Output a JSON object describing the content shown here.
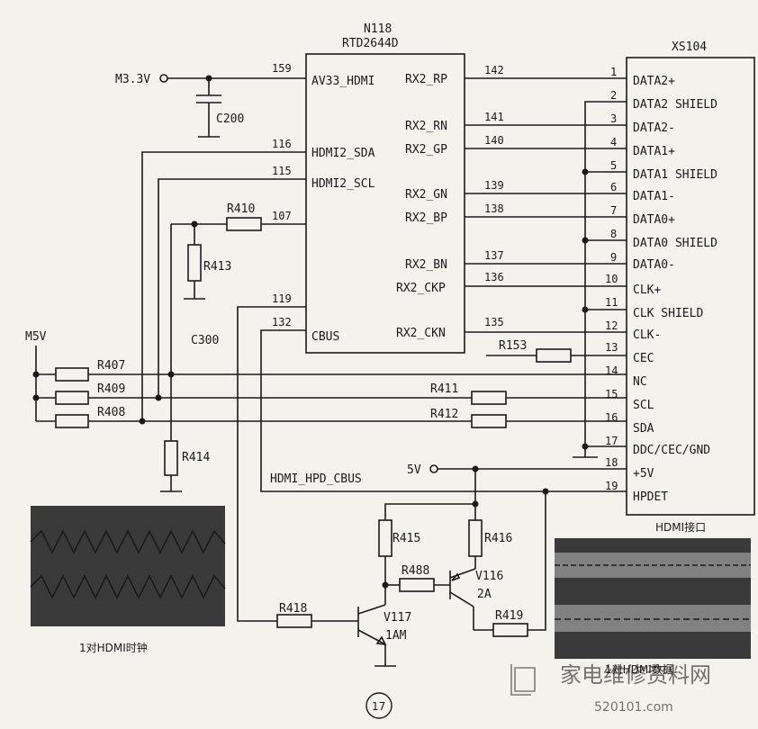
{
  "ic": {
    "ref": "N118",
    "part": "RTD2644D",
    "pins": [
      {
        "num": "159",
        "name": "AV33_HDMI"
      },
      {
        "num": "116",
        "name": "HDMI2_SDA"
      },
      {
        "num": "115",
        "name": "HDMI2_SCL"
      },
      {
        "num": "107",
        "name": ""
      },
      {
        "num": "119",
        "name": ""
      },
      {
        "num": "132",
        "name": "CBUS"
      },
      {
        "num": "142",
        "name": "RX2_RP"
      },
      {
        "num": "141",
        "name": "RX2_RN"
      },
      {
        "num": "140",
        "name": "RX2_GP"
      },
      {
        "num": "139",
        "name": "RX2_GN"
      },
      {
        "num": "138",
        "name": "RX2_BP"
      },
      {
        "num": "137",
        "name": "RX2_BN"
      },
      {
        "num": "136",
        "name": "RX2_CKP"
      },
      {
        "num": "135",
        "name": "RX2_CKN"
      }
    ]
  },
  "connector": {
    "ref": "XS104",
    "caption": "HDMI接口",
    "pins": [
      {
        "num": "1",
        "name": "DATA2+"
      },
      {
        "num": "2",
        "name": "DATA2 SHIELD"
      },
      {
        "num": "3",
        "name": "DATA2-"
      },
      {
        "num": "4",
        "name": "DATA1+"
      },
      {
        "num": "5",
        "name": "DATA1 SHIELD"
      },
      {
        "num": "6",
        "name": "DATA1-"
      },
      {
        "num": "7",
        "name": "DATA0+"
      },
      {
        "num": "8",
        "name": "DATA0 SHIELD"
      },
      {
        "num": "9",
        "name": "DATA0-"
      },
      {
        "num": "10",
        "name": "CLK+"
      },
      {
        "num": "11",
        "name": "CLK SHIELD"
      },
      {
        "num": "12",
        "name": "CLK-"
      },
      {
        "num": "13",
        "name": "CEC"
      },
      {
        "num": "14",
        "name": "NC"
      },
      {
        "num": "15",
        "name": "SCL"
      },
      {
        "num": "16",
        "name": "SDA"
      },
      {
        "num": "17",
        "name": "DDC/CEC/GND"
      },
      {
        "num": "18",
        "name": "+5V"
      },
      {
        "num": "19",
        "name": "HPDET"
      }
    ]
  },
  "nets": {
    "m33v": "M3.3V",
    "m5v": "M5V",
    "v5": "5V",
    "hpd": "HDMI_HPD_CBUS"
  },
  "components": {
    "c200": "C200",
    "c300": "C300",
    "r410": "R410",
    "r413": "R413",
    "r407": "R407",
    "r409": "R409",
    "r408": "R408",
    "r414": "R414",
    "r153": "R153",
    "r411": "R411",
    "r412": "R412",
    "r415": "R415",
    "r416": "R416",
    "r488": "R488",
    "r418": "R418",
    "r419": "R419",
    "v116": "V116",
    "v116_type": "2A",
    "v117": "V117",
    "v117_type": "1AM"
  },
  "captions": {
    "clock": "1对HDMI时钟",
    "data": "1对HDMI数据",
    "figure": "17"
  },
  "watermark": {
    "text": "家电维修资料网",
    "url": "520101.com"
  }
}
